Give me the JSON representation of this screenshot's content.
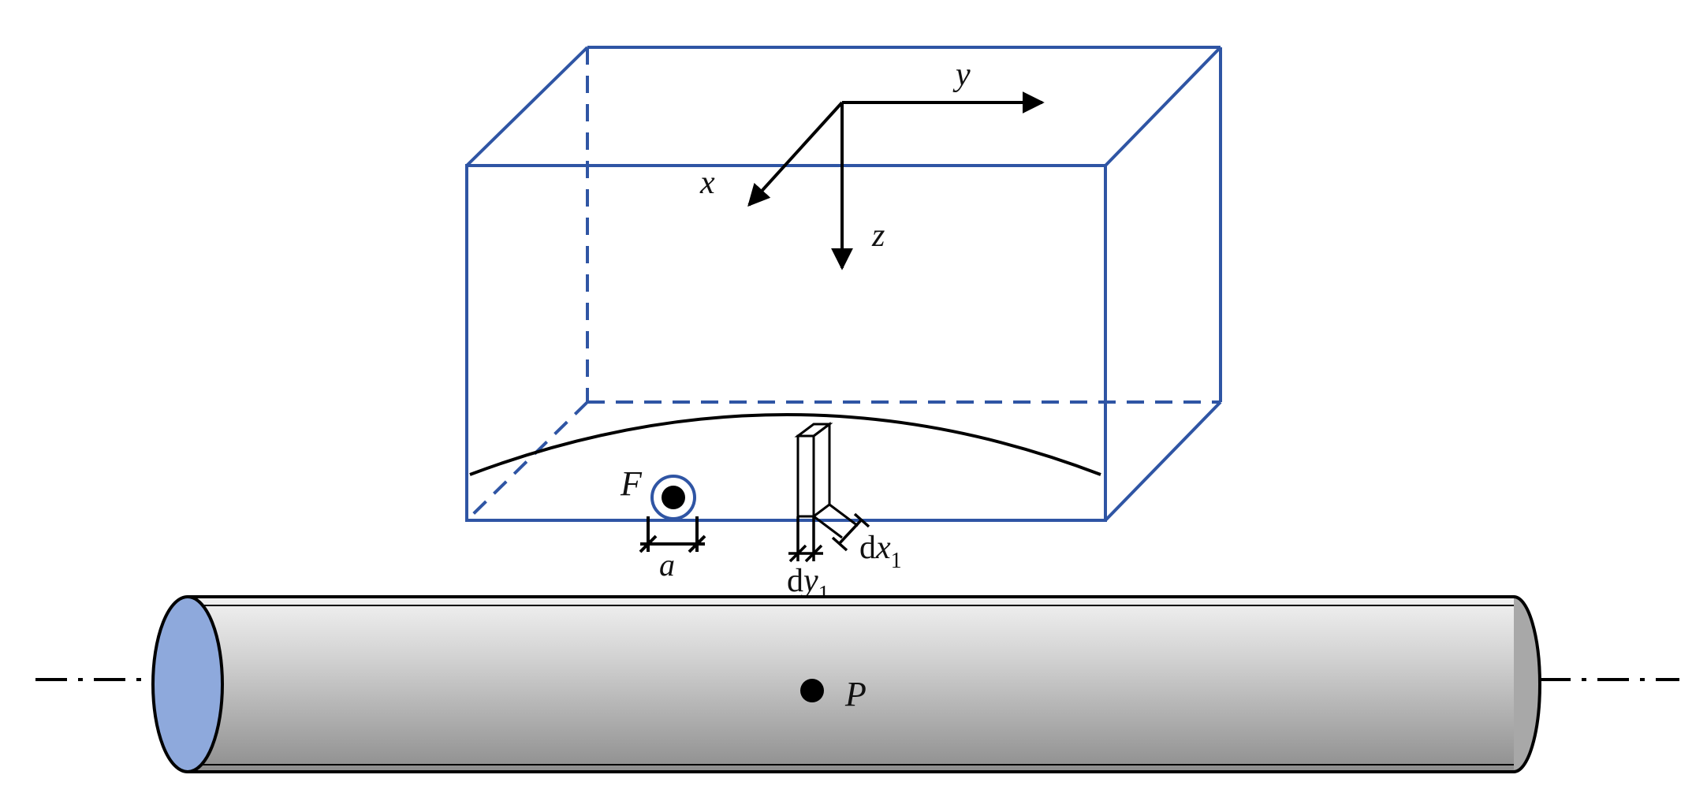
{
  "labels": {
    "axis_x": "x",
    "axis_y": "y",
    "axis_z": "z",
    "point_f": "F",
    "dim_a": "a",
    "point_p": "P",
    "dx_d": "d",
    "dx_var": "x",
    "dx_sub": "1",
    "dy_d": "d",
    "dy_var": "y",
    "dy_sub": "1"
  },
  "colors": {
    "box_edge": "#2f55a4",
    "cylinder_cap": "#8ea9dc",
    "cylinder_body_light": "#e6e6e6",
    "cylinder_body_dark": "#9a9a9a",
    "ink": "#000000"
  },
  "icons": {
    "point_f_marker": "circled-dot",
    "point_p_marker": "filled-dot"
  }
}
